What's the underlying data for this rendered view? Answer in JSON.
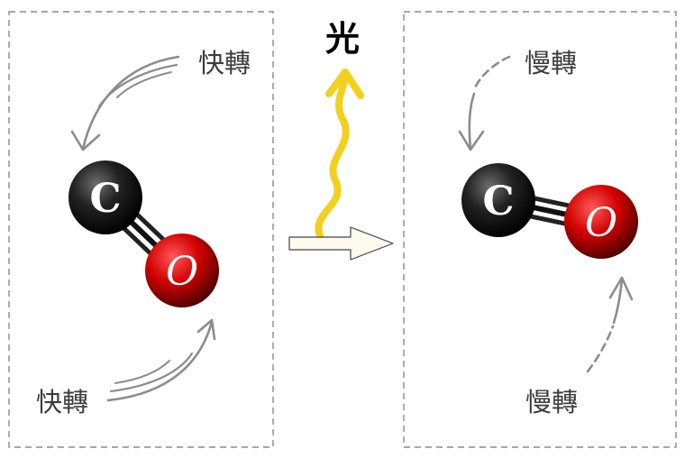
{
  "left_panel": {
    "top_label": "快轉",
    "bottom_label": "快轉",
    "molecule": {
      "atom_1": "C",
      "atom_2": "O"
    }
  },
  "center": {
    "light_label": "光",
    "light_color": "#f2d01e",
    "arrow_fill": "#fdfbee"
  },
  "right_panel": {
    "top_label": "慢轉",
    "bottom_label": "慢轉",
    "molecule": {
      "atom_1": "C",
      "atom_2": "O"
    }
  },
  "colors": {
    "carbon": "#1a1a1a",
    "oxygen": "#d10000",
    "rotation_arrow": "#8c8c8c",
    "panel_border": "#8a8a8a"
  }
}
